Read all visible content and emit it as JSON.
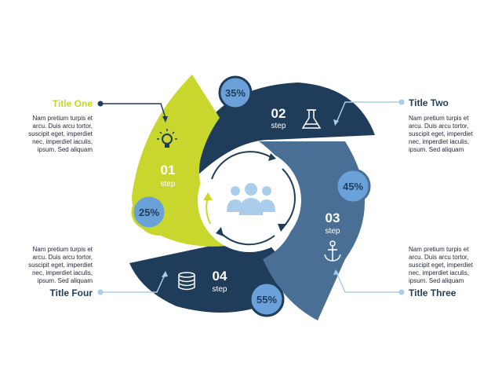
{
  "colors": {
    "lime": "#c8d62d",
    "lime_light": "#d9e47a",
    "navy": "#1f3d5a",
    "steel": "#4a6f95",
    "sky": "#6aa1d8",
    "sky_light": "#a9cdea",
    "text_dark": "#1d2433"
  },
  "steps": [
    {
      "number": "01",
      "label": "step",
      "percent": "25%",
      "icon": "lightbulb-icon"
    },
    {
      "number": "02",
      "label": "step",
      "percent": "35%",
      "icon": "flask-icon"
    },
    {
      "number": "03",
      "label": "step",
      "percent": "45%",
      "icon": "anchor-icon"
    },
    {
      "number": "04",
      "label": "step",
      "percent": "55%",
      "icon": "database-icon"
    }
  ],
  "callouts": [
    {
      "title": "Title One",
      "text": [
        "Nam pretium turpis et",
        "arcu. Duis arcu tortor,",
        "suscipit eget, imperdiet",
        "nec, imperdiet iaculis,",
        "ipsum. Sed aliquam"
      ]
    },
    {
      "title": "Title Two",
      "text": [
        "Nam pretium turpis et",
        "arcu. Duis arcu tortor,",
        "suscipit eget, imperdiet",
        "nec, imperdiet iaculis,",
        "ipsum. Sed aliquam"
      ]
    },
    {
      "title": "Title Three",
      "text": [
        "Nam pretium turpis et",
        "arcu. Duis arcu tortor,",
        "suscipit eget, imperdiet",
        "nec, imperdiet iaculis,",
        "ipsum. Sed aliquam"
      ]
    },
    {
      "title": "Title Four",
      "text": [
        "Nam pretium turpis et",
        "arcu. Duis arcu tortor,",
        "suscipit eget, imperdiet",
        "nec, imperdiet iaculis,",
        "ipsum. Sed aliquam"
      ]
    }
  ],
  "center_icon": "people-group-icon"
}
